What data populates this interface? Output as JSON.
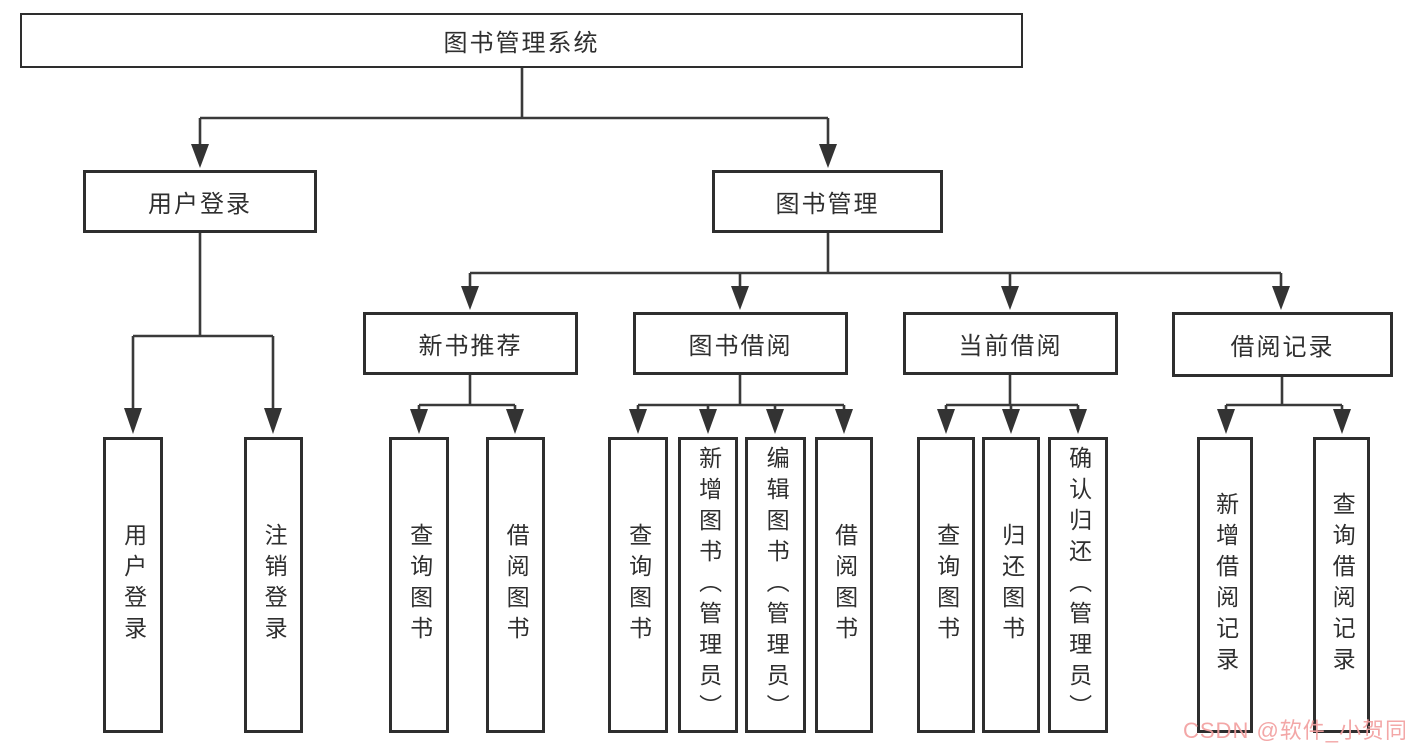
{
  "tree": {
    "root": {
      "label": "图书管理系统"
    },
    "branches": [
      {
        "label": "用户登录",
        "children": [
          {
            "label": "用户登录"
          },
          {
            "label": "注销登录"
          }
        ]
      },
      {
        "label": "图书管理",
        "children": [
          {
            "label": "新书推荐",
            "children": [
              {
                "label": "查询图书"
              },
              {
                "label": "借阅图书"
              }
            ]
          },
          {
            "label": "图书借阅",
            "children": [
              {
                "label": "查询图书"
              },
              {
                "label": "新增图书（管理员）"
              },
              {
                "label": "编辑图书（管理员）"
              },
              {
                "label": "借阅图书"
              }
            ]
          },
          {
            "label": "当前借阅",
            "children": [
              {
                "label": "查询图书"
              },
              {
                "label": "归还图书"
              },
              {
                "label": "确认归还（管理员）"
              }
            ]
          },
          {
            "label": "借阅记录",
            "children": [
              {
                "label": "新增借阅记录"
              },
              {
                "label": "查询借阅记录"
              }
            ]
          }
        ]
      }
    ]
  },
  "watermark": {
    "text": "CSDN @软件_小贺同学",
    "color": "#f2a0a0"
  },
  "colors": {
    "line": "#3a3a3a",
    "border": "#2e2e2e",
    "text": "#2f2f2f",
    "background": "#ffffff"
  }
}
